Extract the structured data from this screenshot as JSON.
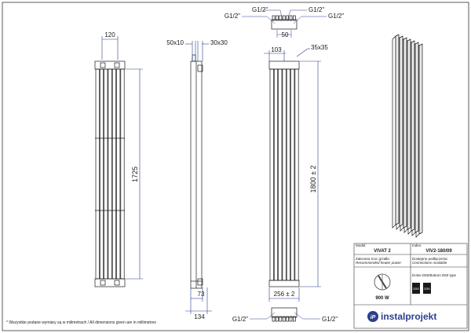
{
  "drawing": {
    "front": {
      "width_dim": "120",
      "height_dim": "1725"
    },
    "side": {
      "top_left_dim": "50x10",
      "top_right_dim": "30x30",
      "bottom_inner_dim": "73",
      "bottom_outer_dim": "134"
    },
    "rear": {
      "top_left_conn": "G1/2\"",
      "top_mid_left_conn": "G1/2\"",
      "top_mid_right_conn": "G1/2\"",
      "top_right_conn": "G1/2\"",
      "top_center_dim": "50",
      "offset_dim": "103",
      "tube_dim": "35x35",
      "height_dim": "1800 ± 2",
      "width_dim": "256 ± 2",
      "bottom_left_conn": "G1/2\"",
      "bottom_right_conn": "G1/2\""
    },
    "footnote": "* Wszystkie podane wymiary są w milimetrach / All dimensions given are in millimetres"
  },
  "titleblock": {
    "model_label": "Model:",
    "model_value": "VIVAT 2",
    "index_label": "Index:",
    "index_value": "VIV2-180/09",
    "power_label_pl": "Zalecana moc grzałki:",
    "power_label_en": "Recommended heater power",
    "power_value": "900 W",
    "conn_label_pl": "Dostępne podłączenia:",
    "conn_label_en": "Connections Available",
    "conn_type": "Dolne D50/Bottom D50 type",
    "badges": [
      "D50",
      "D50"
    ],
    "brand": "instalprojekt",
    "colors": {
      "accent": "#2b3f8f",
      "line": "#1a1a1a"
    }
  }
}
